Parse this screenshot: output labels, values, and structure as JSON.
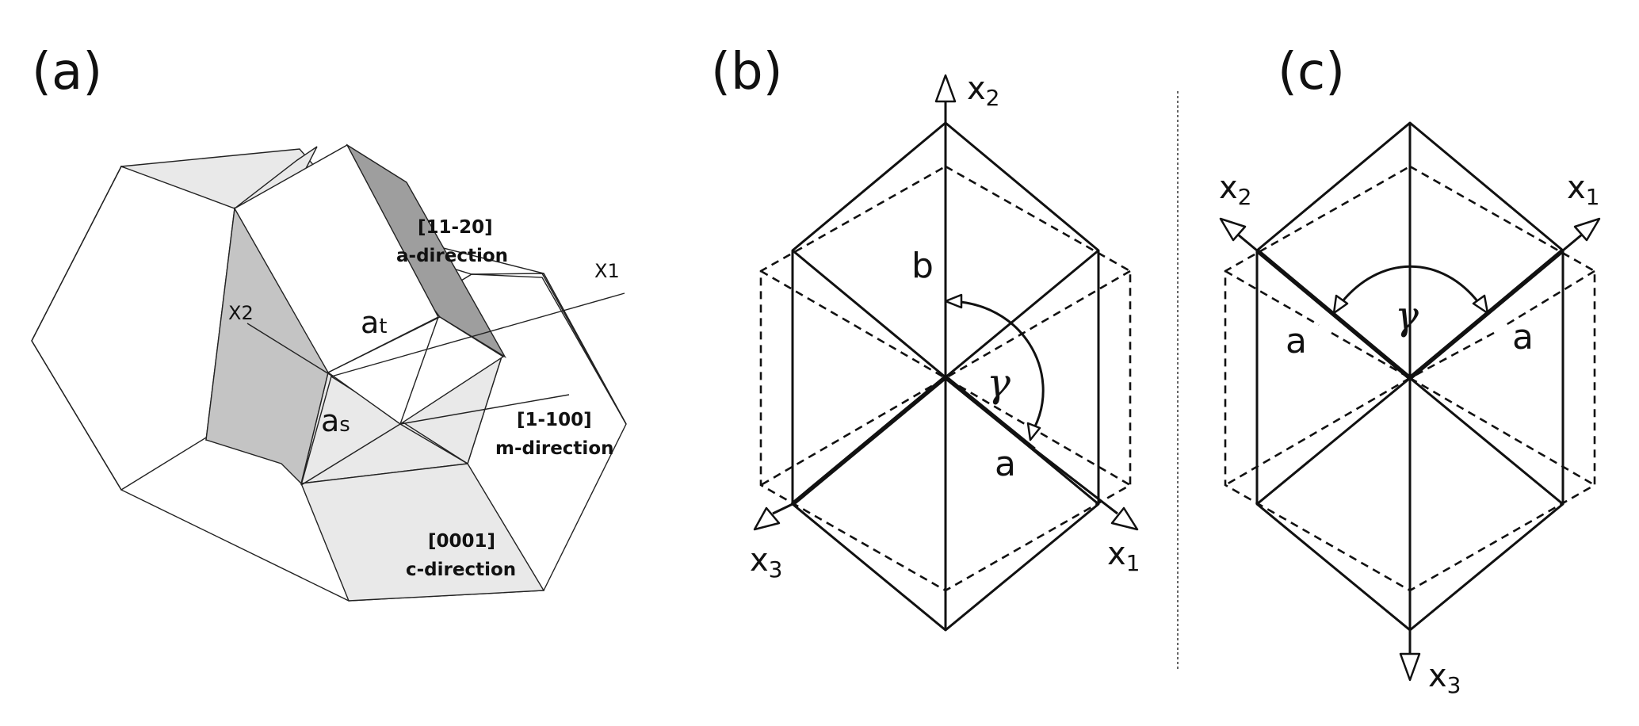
{
  "panels": {
    "a": {
      "label": "(a)",
      "labels": {
        "x1": "X1",
        "x2": "X2",
        "at_main": "a",
        "at_sub": "t",
        "as_main": "a",
        "as_sub": "s"
      },
      "directions": [
        {
          "index": "[11-20]",
          "name": "a-direction"
        },
        {
          "index": "[1-100]",
          "name": "m-direction"
        },
        {
          "index": "[0001]",
          "name": "c-direction"
        }
      ],
      "colors": {
        "light_face": "#e9e9e9",
        "medium_face": "#c4c4c4",
        "dark_face": "#9e9e9e"
      }
    },
    "b": {
      "label": "(b)",
      "labels": {
        "x1_main": "x",
        "x1_sub": "1",
        "x2_main": "x",
        "x2_sub": "2",
        "x3_main": "x",
        "x3_sub": "3",
        "a": "a",
        "b": "b",
        "gamma": "γ"
      }
    },
    "c": {
      "label": "(c)",
      "labels": {
        "x1_main": "x",
        "x1_sub": "1",
        "x2_main": "x",
        "x2_sub": "2",
        "x3_main": "x",
        "x3_sub": "3",
        "a_left": "a",
        "a_right": "a",
        "gamma": "γ"
      }
    }
  }
}
